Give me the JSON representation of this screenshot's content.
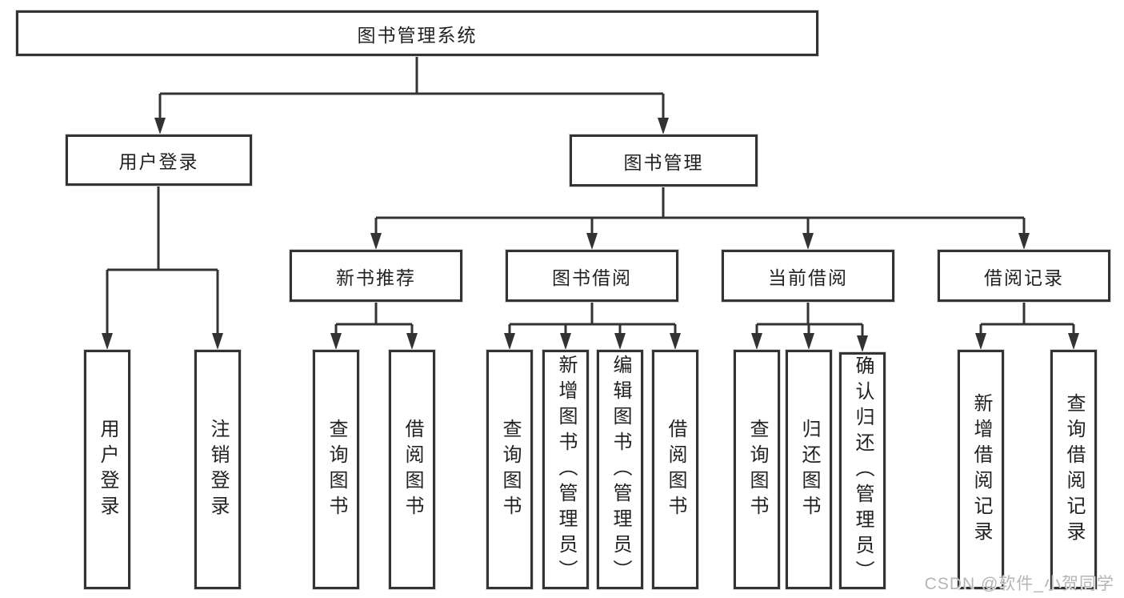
{
  "diagram": {
    "root": "图书管理系统",
    "branches": [
      {
        "label": "用户登录",
        "children": [
          "用户登录",
          "注销登录"
        ]
      },
      {
        "label": "图书管理",
        "groups": [
          {
            "label": "新书推荐",
            "children": [
              "查询图书",
              "借阅图书"
            ]
          },
          {
            "label": "图书借阅",
            "children": [
              "查询图书",
              "新增图书（管理员）",
              "编辑图书（管理员）",
              "借阅图书"
            ]
          },
          {
            "label": "当前借阅",
            "children": [
              "查询图书",
              "归还图书",
              "确认归还（管理员）"
            ]
          },
          {
            "label": "借阅记录",
            "children": [
              "新增借阅记录",
              "查询借阅记录"
            ]
          }
        ]
      }
    ]
  },
  "watermark": "CSDN @软件_小贺同学",
  "colors": {
    "line": "#333333",
    "box_border": "#333333",
    "text": "#222222",
    "watermark_text": "#b5b5b5",
    "background": "#ffffff"
  }
}
